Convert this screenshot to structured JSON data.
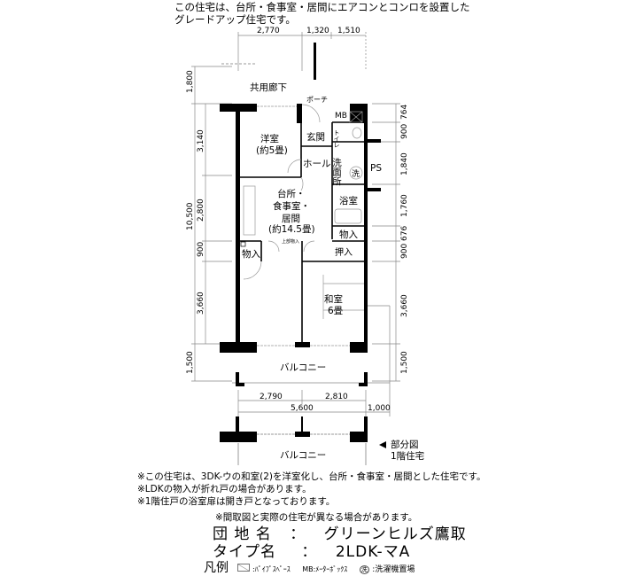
{
  "header": {
    "line1": "この住宅は、台所・食事室・居間にエアコンとコンロを設置した",
    "line2": "グレードアップ住宅です。"
  },
  "dimensions": {
    "top": [
      "2,770",
      "1,320",
      "1,510"
    ],
    "left_outer": [
      "1,800",
      "10,500",
      "1,500"
    ],
    "left_inner": [
      "3,140",
      "2,800",
      "900",
      "3,660"
    ],
    "right": [
      "764",
      "900",
      "1,840",
      "1,760",
      "676",
      "900",
      "3,660",
      "1,500"
    ],
    "bottom_row1": [
      "2,790",
      "2,810"
    ],
    "bottom_row2": [
      "5,600",
      "1,000"
    ]
  },
  "labels": {
    "corridor": "共用廊下",
    "porch": "ポーチ",
    "mb": "MB",
    "western_room": "洋室",
    "western_room_size": "(約5畳)",
    "entrance": "玄関",
    "toilet": "トイレ",
    "hall": "ホール",
    "washroom": "洗面所",
    "washer": "洗",
    "ps": "PS",
    "bath": "浴室",
    "ldk_1": "台所・",
    "ldk_2": "食事室・",
    "ldk_3": "居間",
    "ldk_size": "(約14.5畳)",
    "upper_storage": "上部物入",
    "storage_right": "物入",
    "storage_left": "物入",
    "closet": "押入",
    "japanese_room": "和室",
    "japanese_room_size": "6畳",
    "balcony": "バルコニー",
    "balcony_partial": "バルコニー",
    "partial_1": "部分図",
    "partial_2": "1階住宅"
  },
  "notes": [
    "※この住宅は、3DK-ウの和室(2)を洋室化し、台所・食事室・居間とした住宅です。",
    "※LDKの物入が折れ戸の場合があります。",
    "※1階住戸の浴室扉は開き戸となっております。"
  ],
  "disclaimer": "※間取図と実際の住宅が異なる場合があります。",
  "property": {
    "name_label": "団 地 名",
    "name_value": "グリーンヒルズ鷹取",
    "type_label": "タイプ名",
    "type_value": "2LDK-マA",
    "separator": "："
  },
  "legend": {
    "title": "凡例",
    "ps": ":ﾊﾟｲﾌﾟｽﾍﾟｰｽ",
    "mb": "MB:ﾒｰﾀｰﾎﾞｯｸｽ",
    "washer_symbol": "洗",
    "washer": ":洗濯機置場"
  }
}
